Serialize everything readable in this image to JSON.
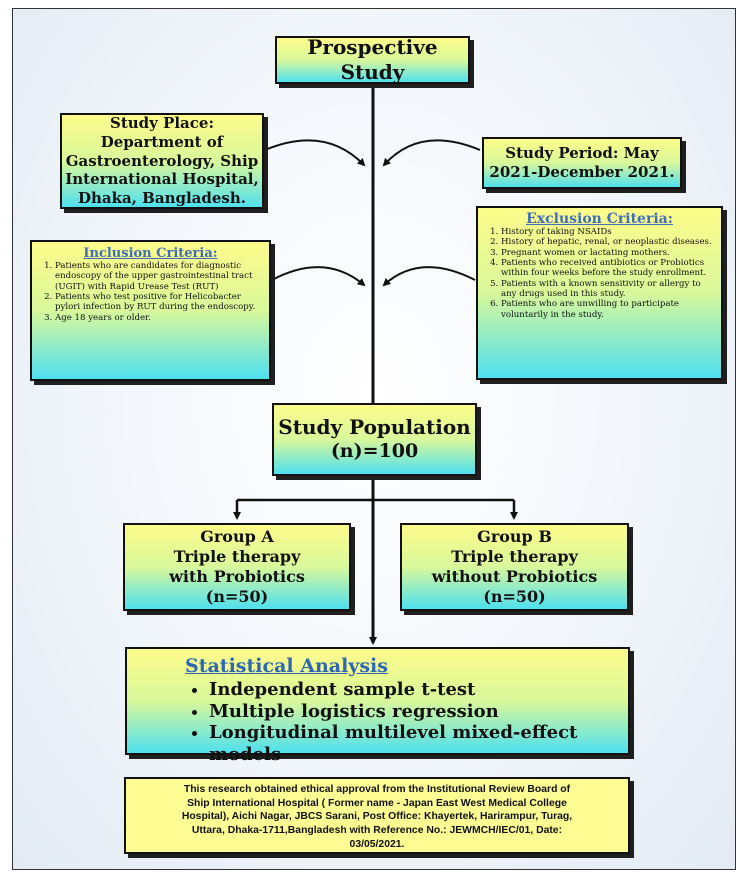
{
  "title": "Prospective Study",
  "study_place": {
    "lines": [
      "Study Place:",
      "Department of",
      "Gastroenterology, Ship",
      "International Hospital,",
      "Dhaka, Bangladesh."
    ]
  },
  "study_period": {
    "lines": [
      "Study Period: May",
      "2021-December 2021."
    ]
  },
  "inclusion": {
    "title": "Inclusion Criteria:",
    "items": [
      "Patients who are candidates for diagnostic endoscopy of the upper gastrointestinal tract (UGIT) with Rapid Urease Test (RUT)",
      "Patients who test positive for Helicobacter pylori infection by RUT during the endoscopy.",
      "Age 18 years or older."
    ]
  },
  "exclusion": {
    "title": "Exclusion Criteria:",
    "items": [
      "History of taking NSAIDs",
      "History of hepatic, renal, or neoplastic diseases.",
      "Pregnant women or lactating mothers.",
      "Patients who received antibiotics or Probiotics within four weeks before the study enrollment.",
      "Patients with a known sensitivity or allergy to any drugs used in this study.",
      "Patients who are unwilling to participate voluntarily in the study."
    ]
  },
  "population": {
    "lines": [
      "Study Population",
      "(n)=100"
    ]
  },
  "group_a": {
    "lines": [
      "Group A",
      "Triple therapy",
      "with Probiotics",
      "(n=50)"
    ]
  },
  "group_b": {
    "lines": [
      "Group B",
      "Triple therapy",
      "without Probiotics",
      "(n=50)"
    ]
  },
  "statistics": {
    "title": "Statistical Analysis",
    "items": [
      "Independent sample t-test",
      "Multiple logistics regression",
      "Longitudinal multilevel mixed-effect models"
    ]
  },
  "ethics": {
    "lines": [
      "This research obtained ethical approval from the Institutional Review Board of",
      "Ship International Hospital ( Former name - Japan East West Medical College",
      "Hospital), Aichi Nagar, JBCS Sarani, Post Office: Khayertek, Harirampur, Turag,",
      "Uttara, Dhaka-1711,Bangladesh with Reference No.: JEWMCH/IEC/01, Date:",
      "03/05/2021."
    ]
  },
  "colors": {
    "box_top": "#fdfc8a",
    "box_bottom": "#4fe0ef",
    "criteria_title": "#3f6fb7",
    "ethics_fill": "#fdfd93"
  }
}
